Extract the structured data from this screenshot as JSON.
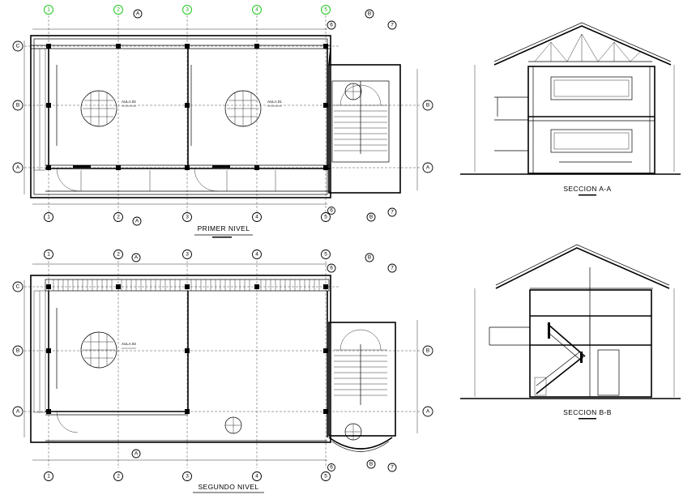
{
  "drawings": {
    "plan_first": {
      "title": "PRIMER NIVEL",
      "rooms": [
        "AULA 02",
        "AULA 01"
      ]
    },
    "plan_second": {
      "title": "SEGUNDO NIVEL",
      "rooms": [
        "AULA 03"
      ]
    },
    "section_a": {
      "title": "SECCION A-A"
    },
    "section_b": {
      "title": "SECCION B-B"
    }
  },
  "grid": {
    "vertical_axes": [
      "1",
      "2",
      "3",
      "4",
      "5",
      "6",
      "7"
    ],
    "horizontal_axes": [
      "A",
      "B",
      "C"
    ],
    "section_marks": [
      "A",
      "B"
    ]
  },
  "colors": {
    "line": "#000000",
    "top_axis_bubbles": "#1ec81e",
    "background": "#ffffff"
  }
}
